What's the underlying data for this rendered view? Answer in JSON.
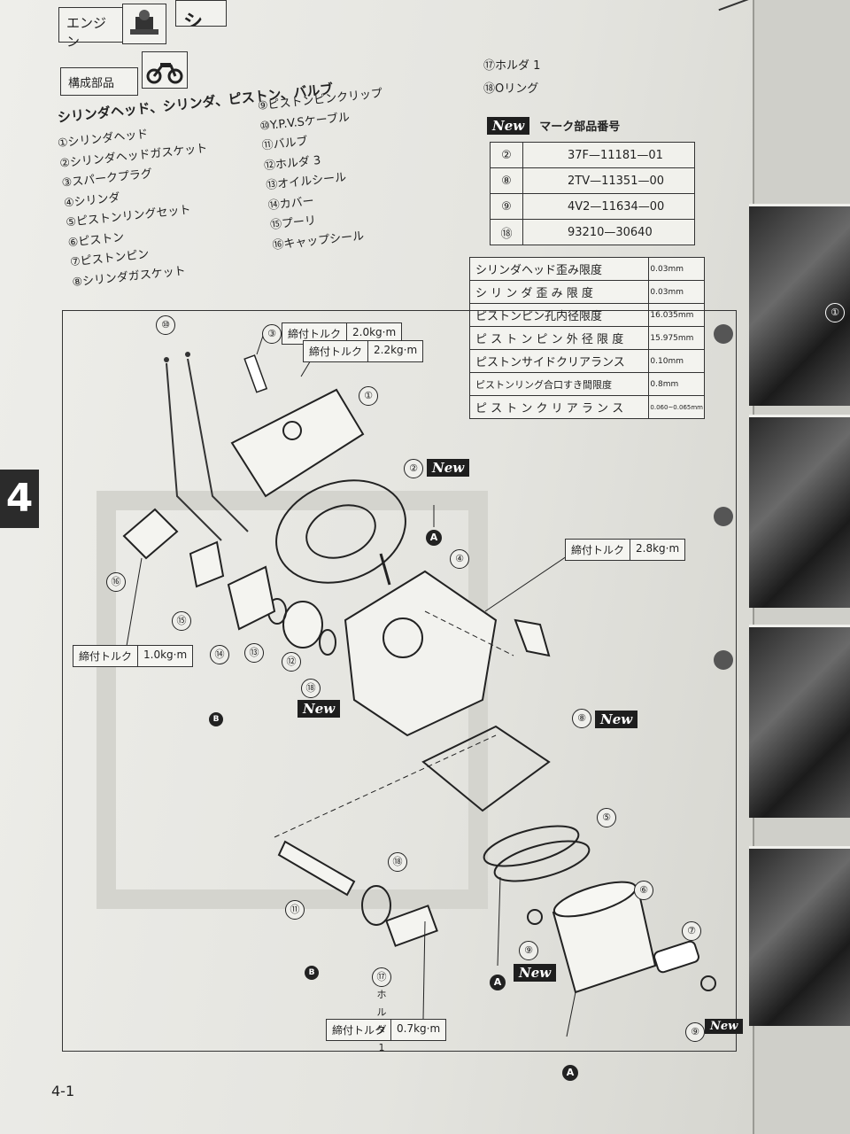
{
  "header": {
    "section_label": "エンジン",
    "section_title_partial": "シリ",
    "parts_label": "構成部品",
    "chapter_number": "4"
  },
  "subtitle": "シリンダヘッド、シリンダ、ピストン、バルブ",
  "parts_col1": [
    "①シリンダヘッド",
    "②シリンダヘッドガスケット",
    "③スパークプラグ",
    "④シリンダ",
    "⑤ピストンリングセット",
    "⑥ピストン",
    "⑦ピストンピン",
    "⑧シリンダガスケット"
  ],
  "parts_col2": [
    "⑨ピストンピンクリップ",
    "⑩Y.P.V.Sケーブル",
    "⑪バルブ",
    "⑫ホルダ 3",
    "⑬オイルシール",
    "⑭カバー",
    "⑮プーリ",
    "⑯キャップシール"
  ],
  "parts_col3": [
    "⑰ホルダ 1",
    "⑱Oリング"
  ],
  "new_parts": {
    "tag": "New",
    "title": "マーク部品番号",
    "rows": [
      {
        "ref": "②",
        "number": "37F—11181—01"
      },
      {
        "ref": "⑧",
        "number": "2TV—11351—00"
      },
      {
        "ref": "⑨",
        "number": "4V2—11634—00"
      },
      {
        "ref": "⑱",
        "number": "93210—30640"
      }
    ]
  },
  "specs": [
    {
      "label": "シリンダヘッド歪み限度",
      "value": "0.03mm"
    },
    {
      "label": "シ リ ン ダ 歪 み 限 度",
      "value": "0.03mm"
    },
    {
      "label": "ピストンピン孔内径限度",
      "value": "16.035mm"
    },
    {
      "label": "ピ ス ト ン ピ ン 外 径 限 度",
      "value": "15.975mm"
    },
    {
      "label": "ピストンサイドクリアランス",
      "value": "0.10mm"
    },
    {
      "label": "ピストンリング合口すき間限度",
      "value": "0.8mm"
    },
    {
      "label": "ピ ス ト ン ク リ ア ラ ン ス",
      "value": "0.060~0.065mm"
    }
  ],
  "torque_label": "締付トルク",
  "torques": {
    "plug": "2.0kg·m",
    "head": "2.2kg·m",
    "stud": "2.8kg·m",
    "cover": "1.0kg·m",
    "holder": "0.7kg·m"
  },
  "callouts": [
    "①",
    "②",
    "③",
    "④",
    "⑤",
    "⑥",
    "⑦",
    "⑧",
    "⑨",
    "⑩",
    "⑪",
    "⑫",
    "⑬",
    "⑭",
    "⑮",
    "⑯",
    "⑱"
  ],
  "marks": {
    "a": "A",
    "b": "B"
  },
  "page_number": "4-1",
  "photo_label": "①"
}
